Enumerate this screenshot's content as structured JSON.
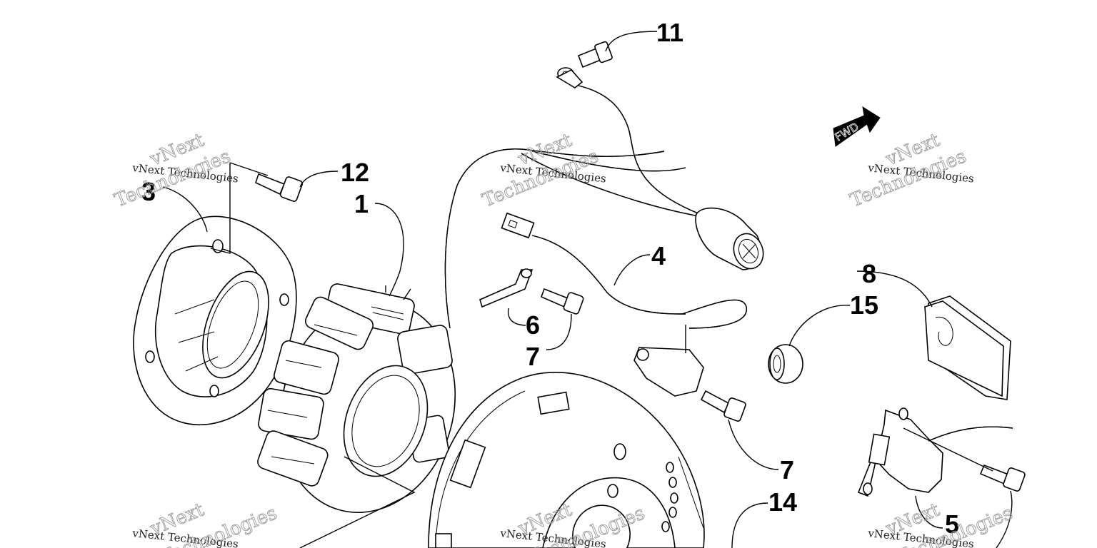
{
  "callouts": [
    {
      "id": "c11",
      "text": "11"
    },
    {
      "id": "c12",
      "text": "12"
    },
    {
      "id": "c1",
      "text": "1"
    },
    {
      "id": "c3",
      "text": "3"
    },
    {
      "id": "c4",
      "text": "4"
    },
    {
      "id": "c6",
      "text": "6"
    },
    {
      "id": "c7a",
      "text": "7"
    },
    {
      "id": "c7b",
      "text": "7"
    },
    {
      "id": "c8",
      "text": "8"
    },
    {
      "id": "c15",
      "text": "15"
    },
    {
      "id": "c14",
      "text": "14"
    },
    {
      "id": "c5",
      "text": "5"
    }
  ],
  "fwd_label": "FWD",
  "watermark": {
    "line1": "vNext Technologies",
    "line2a": "vNext",
    "line2b": "Technologies"
  }
}
